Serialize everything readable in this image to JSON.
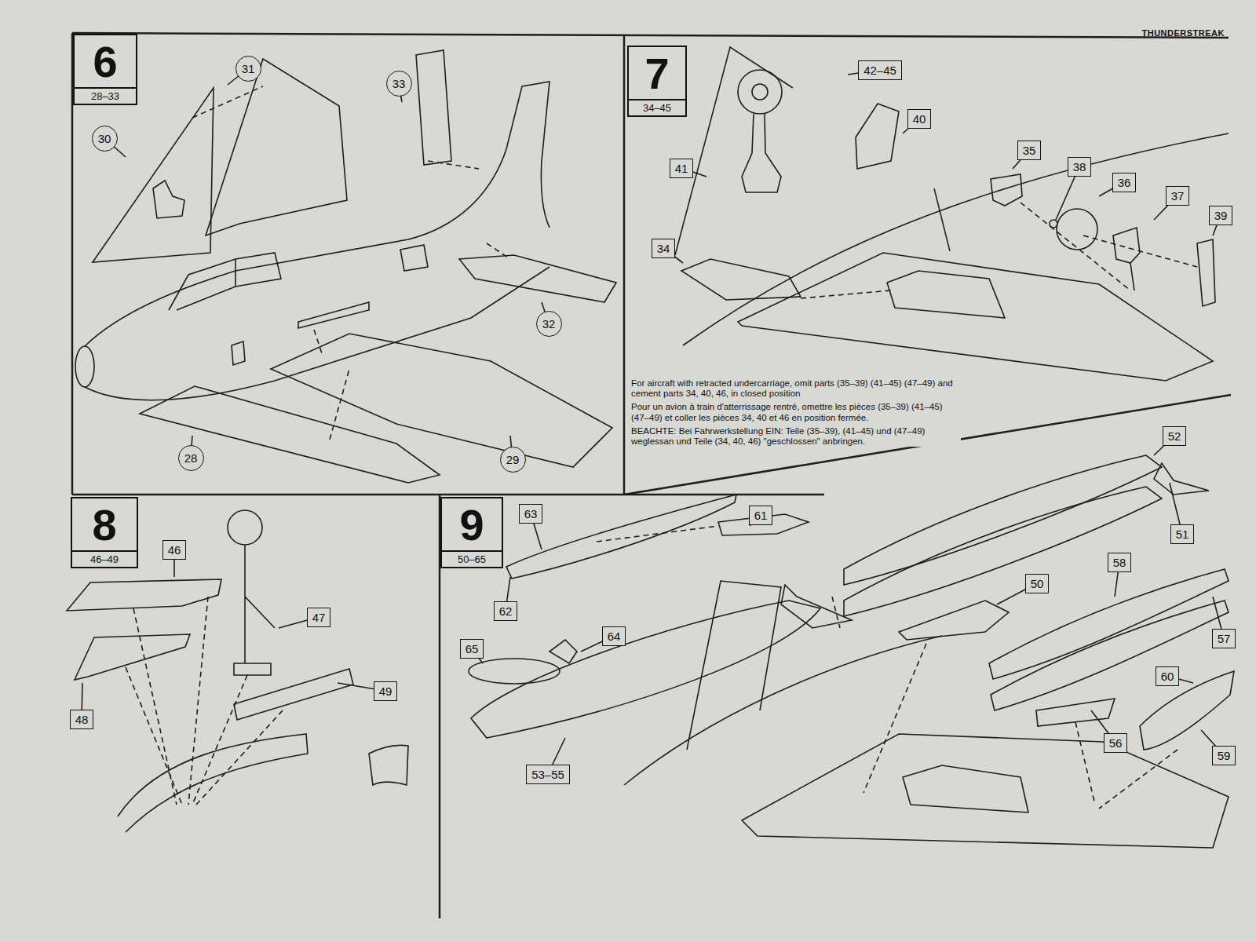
{
  "diagram": {
    "title": "THUNDERSTREAK",
    "nodes": [
      {
        "text": [
          "6",
          "28–33"
        ]
      },
      {
        "text": [
          "31"
        ]
      },
      {
        "text": [
          "30"
        ]
      },
      {
        "text": [
          "33"
        ]
      },
      {
        "text": [
          "32"
        ]
      },
      {
        "text": [
          "28"
        ]
      },
      {
        "text": [
          "29"
        ]
      },
      {
        "text": [
          "7",
          "34–45"
        ]
      },
      {
        "text": [
          "42–45"
        ]
      },
      {
        "text": [
          "40"
        ]
      },
      {
        "text": [
          "41"
        ]
      },
      {
        "text": [
          "35"
        ]
      },
      {
        "text": [
          "38"
        ]
      },
      {
        "text": [
          "36"
        ]
      },
      {
        "text": [
          "37"
        ]
      },
      {
        "text": [
          "39"
        ]
      },
      {
        "text": [
          "34"
        ]
      },
      {
        "text": [
          "8",
          "46–49"
        ]
      },
      {
        "text": [
          "46"
        ]
      },
      {
        "text": [
          "47"
        ]
      },
      {
        "text": [
          "48"
        ]
      },
      {
        "text": [
          "49"
        ]
      },
      {
        "text": [
          "9",
          "50–65"
        ]
      },
      {
        "text": [
          "63"
        ]
      },
      {
        "text": [
          "61"
        ]
      },
      {
        "text": [
          "62"
        ]
      },
      {
        "text": [
          "65"
        ]
      },
      {
        "text": [
          "64"
        ]
      },
      {
        "text": [
          "52"
        ]
      },
      {
        "text": [
          "51"
        ]
      },
      {
        "text": [
          "50"
        ]
      },
      {
        "text": [
          "58"
        ]
      },
      {
        "text": [
          "57"
        ]
      },
      {
        "text": [
          "60"
        ]
      },
      {
        "text": [
          "56"
        ]
      },
      {
        "text": [
          "59"
        ]
      },
      {
        "text": [
          "53–55"
        ]
      }
    ],
    "labels": [
      "For aircraft with retracted undercarriage, omit parts (35–39) (41–45) (47–49) and cement parts 34, 40, 46, in closed position",
      "Pour un avion à train d'atterrissage rentré, omettre les pièces (35–39) (41–45) (47–49) et coller les pièces 34, 40 et 46 en position fermée.",
      "BEACHTE: Bei Fahrwerkstellung EIN: Teile (35–39), (41–45) und (47–49) weglessan und Teile (34, 40, 46) \"geschlossen\" anbringen."
    ]
  }
}
